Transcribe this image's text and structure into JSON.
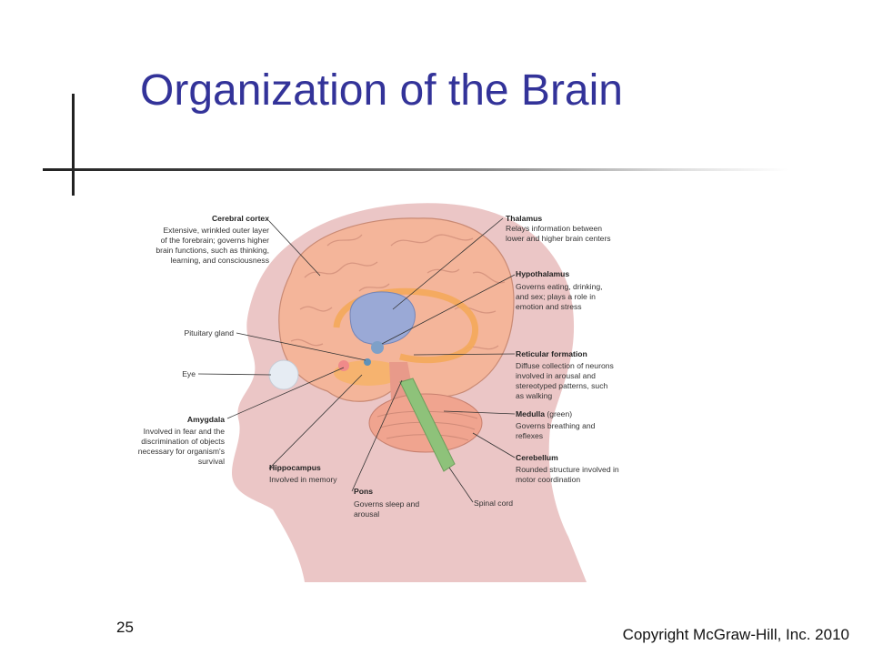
{
  "slide": {
    "title": "Organization of the Brain",
    "number": "25",
    "copyright": "Copyright McGraw-Hill, Inc. 2010"
  },
  "labels": {
    "cortex": {
      "title": "Cerebral cortex",
      "desc": [
        "Extensive, wrinkled outer layer",
        "of the forebrain; governs higher",
        "brain functions, such as thinking,",
        "learning, and consciousness"
      ]
    },
    "thalamus": {
      "title": "Thalamus",
      "desc": [
        "Relays information between",
        "lower and higher brain centers"
      ]
    },
    "hypothalamus": {
      "title": "Hypothalamus",
      "desc": [
        "Governs eating, drinking,",
        "and sex; plays a role in",
        "emotion and stress"
      ]
    },
    "pituitary": {
      "title": "Pituitary gland"
    },
    "reticular": {
      "title": "Reticular formation",
      "desc": [
        "Diffuse collection of neurons",
        "involved in arousal and",
        "stereotyped patterns, such",
        "as walking"
      ]
    },
    "eye": {
      "title": "Eye"
    },
    "medulla": {
      "title": "Medulla",
      "note": "(green)",
      "desc": [
        "Governs breathing and",
        "reflexes"
      ]
    },
    "amygdala": {
      "title": "Amygdala",
      "desc": [
        "Involved in fear and the",
        "discrimination of objects",
        "necessary for organism's",
        "survival"
      ]
    },
    "cerebellum": {
      "title": "Cerebellum",
      "desc": [
        "Rounded structure involved in",
        "motor coordination"
      ]
    },
    "hippocampus": {
      "title": "Hippocampus",
      "desc": [
        "Involved in memory"
      ]
    },
    "pons": {
      "title": "Pons",
      "desc": [
        "Governs sleep and",
        "arousal"
      ]
    },
    "spinal": {
      "title": "Spinal cord"
    }
  },
  "colors": {
    "title": "#333399",
    "head_silhouette": "#e8bcbc",
    "cerebrum": "#f4b59a",
    "thalamus": "#9aa9d6",
    "limbic": "#f4a95a",
    "cerebellum": "#f0a48f",
    "medulla": "#8ec27a",
    "eye": "#e6ecf3"
  }
}
